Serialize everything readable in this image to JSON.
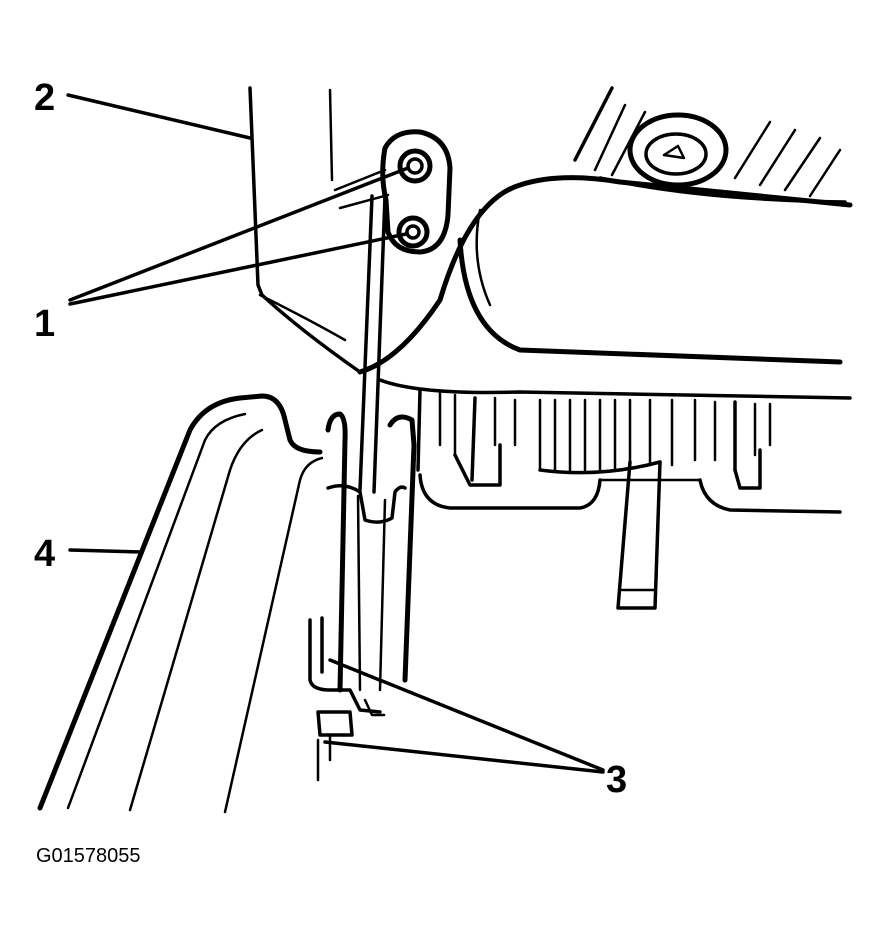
{
  "callouts": {
    "one": "1",
    "two": "2",
    "three": "3",
    "four": "4"
  },
  "figure_id": "G01578055",
  "colors": {
    "ink": "#000000",
    "paper": "#ffffff"
  }
}
